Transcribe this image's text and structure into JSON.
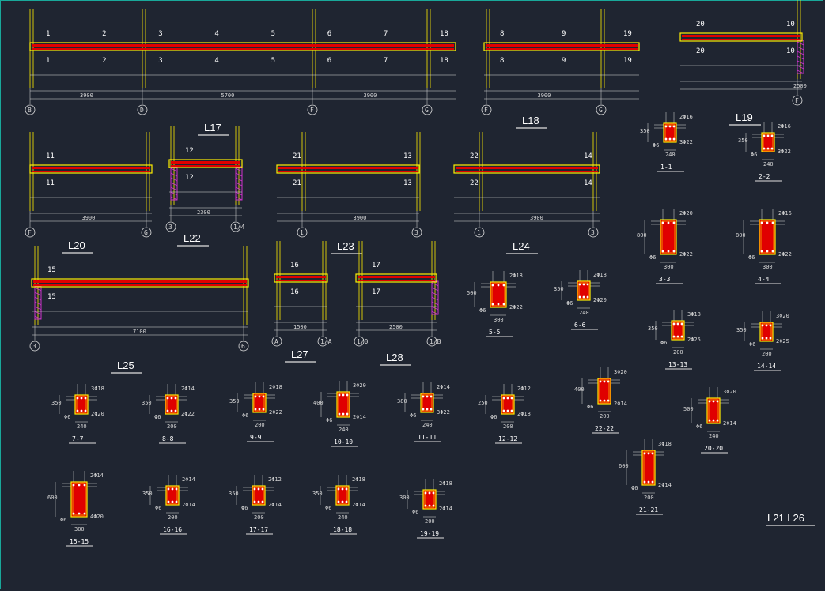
{
  "beams": [
    {
      "id": "L17",
      "labels": [
        "1",
        "2",
        "3",
        "4",
        "5",
        "6",
        "7",
        "18"
      ],
      "axes": [
        "B",
        "D",
        "F",
        "G"
      ],
      "spans": [
        "3900",
        "5700",
        "3900"
      ]
    },
    {
      "id": "L18",
      "labels": [
        "8",
        "9",
        "19"
      ],
      "axes": [
        "F",
        "G"
      ],
      "spans": [
        "3900"
      ]
    },
    {
      "id": "L19",
      "labels": [
        "20",
        "10"
      ],
      "axes": [
        "F"
      ],
      "spans": [
        "2500"
      ]
    },
    {
      "id": "L20",
      "labels": [
        "11"
      ],
      "axes": [
        "F",
        "G"
      ],
      "spans": [
        "3900"
      ]
    },
    {
      "id": "L22",
      "labels": [
        "12"
      ],
      "axes": [
        "3",
        "1/4"
      ],
      "spans": [
        "2300"
      ]
    },
    {
      "id": "L23",
      "labels": [
        "21",
        "13"
      ],
      "axes": [
        "1",
        "3"
      ],
      "spans": [
        "3900"
      ]
    },
    {
      "id": "L24",
      "labels": [
        "22",
        "14"
      ],
      "axes": [
        "1",
        "3"
      ],
      "spans": [
        "3900"
      ]
    },
    {
      "id": "L25",
      "labels": [
        "15"
      ],
      "axes": [
        "3",
        "6"
      ],
      "spans": [
        "7100"
      ]
    },
    {
      "id": "L27",
      "labels": [
        "16"
      ],
      "axes": [
        "A",
        "1/A"
      ],
      "spans": [
        "1500"
      ]
    },
    {
      "id": "L28",
      "labels": [
        "17"
      ],
      "axes": [
        "1/0",
        "1/B"
      ],
      "spans": [
        "2500"
      ]
    }
  ],
  "sections": [
    {
      "id": "1-1",
      "top": "2Φ16",
      "bot": "3Φ22",
      "w": "240",
      "h": "350"
    },
    {
      "id": "2-2",
      "top": "2Φ16",
      "bot": "3Φ22",
      "w": "240",
      "h": "350"
    },
    {
      "id": "3-3",
      "top": "2Φ20",
      "bot": "2Φ22",
      "w": "300",
      "h": "800"
    },
    {
      "id": "4-4",
      "top": "2Φ16",
      "bot": "2Φ22",
      "w": "300",
      "h": "800"
    },
    {
      "id": "5-5",
      "top": "2Φ18",
      "bot": "2Φ22",
      "w": "300",
      "h": "500"
    },
    {
      "id": "6-6",
      "top": "2Φ18",
      "bot": "2Φ20",
      "w": "240",
      "h": "350"
    },
    {
      "id": "7-7",
      "top": "3Φ18",
      "bot": "2Φ20",
      "w": "240",
      "h": "350"
    },
    {
      "id": "8-8",
      "top": "2Φ14",
      "bot": "2Φ22",
      "w": "200",
      "h": "350"
    },
    {
      "id": "9-9",
      "top": "2Φ18",
      "bot": "2Φ22",
      "w": "200",
      "h": "350"
    },
    {
      "id": "10-10",
      "top": "3Φ20",
      "bot": "2Φ14",
      "w": "240",
      "h": "400"
    },
    {
      "id": "11-11",
      "top": "2Φ14",
      "bot": "3Φ22",
      "w": "240",
      "h": "380"
    },
    {
      "id": "12-12",
      "top": "2Φ12",
      "bot": "2Φ18",
      "w": "200",
      "h": "250"
    },
    {
      "id": "13-13",
      "top": "3Φ18",
      "bot": "2Φ25",
      "w": "200",
      "h": "350"
    },
    {
      "id": "14-14",
      "top": "3Φ20",
      "bot": "2Φ25",
      "w": "200",
      "h": "350"
    },
    {
      "id": "15-15",
      "top": "2Φ14",
      "bot": "4Φ20",
      "w": "300",
      "h": "600"
    },
    {
      "id": "16-16",
      "top": "2Φ14",
      "bot": "2Φ14",
      "w": "200",
      "h": "350"
    },
    {
      "id": "17-17",
      "top": "2Φ12",
      "bot": "2Φ14",
      "w": "200",
      "h": "350"
    },
    {
      "id": "18-18",
      "top": "2Φ18",
      "bot": "2Φ14",
      "w": "240",
      "h": "350"
    },
    {
      "id": "19-19",
      "top": "2Φ18",
      "bot": "2Φ14",
      "w": "200",
      "h": "300"
    },
    {
      "id": "20-20",
      "top": "3Φ20",
      "bot": "2Φ14",
      "w": "240",
      "h": "500"
    },
    {
      "id": "21-21",
      "top": "3Φ18",
      "bot": "2Φ14",
      "w": "200",
      "h": "600"
    },
    {
      "id": "22-22",
      "top": "3Φ20",
      "bot": "2Φ14",
      "w": "200",
      "h": "400"
    }
  ],
  "group_label": "L21 L26",
  "colors": {
    "bg": "#1f2531",
    "beam": "#ffee00",
    "fill": "#e00000",
    "column": "#cc33cc",
    "line": "#e0e0e0"
  }
}
